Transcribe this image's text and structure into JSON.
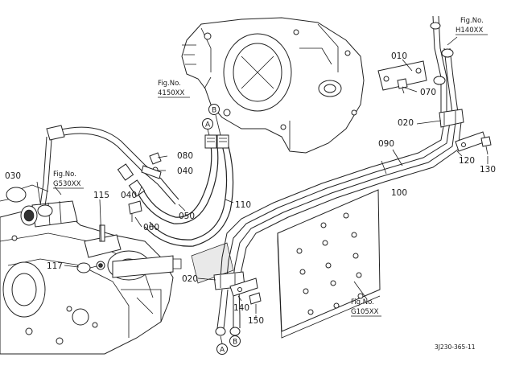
{
  "parts": {
    "p010": "010",
    "p020a": "020",
    "p020b": "020",
    "p030": "030",
    "p040a": "040",
    "p040b": "040",
    "p050": "050",
    "p060": "060",
    "p070": "070",
    "p080": "080",
    "p090": "090",
    "p100": "100",
    "p110": "110",
    "p115": "115",
    "p117": "117",
    "p120": "120",
    "p130": "130",
    "p140": "140",
    "p150": "150"
  },
  "figures": {
    "h140": {
      "label": "Fig.No.",
      "code": "H140XX"
    },
    "f4150": {
      "label": "Fig.No.",
      "code": "4150XX"
    },
    "g530": {
      "label": "Fig.No.",
      "code": "G530XX"
    },
    "g105": {
      "label": "Fig.No.",
      "code": "G105XX"
    }
  },
  "connections": {
    "a_top": "A",
    "b_top": "B",
    "a_bottom": "A",
    "b_bottom": "B"
  },
  "drawing_code": "3J230-365-11"
}
